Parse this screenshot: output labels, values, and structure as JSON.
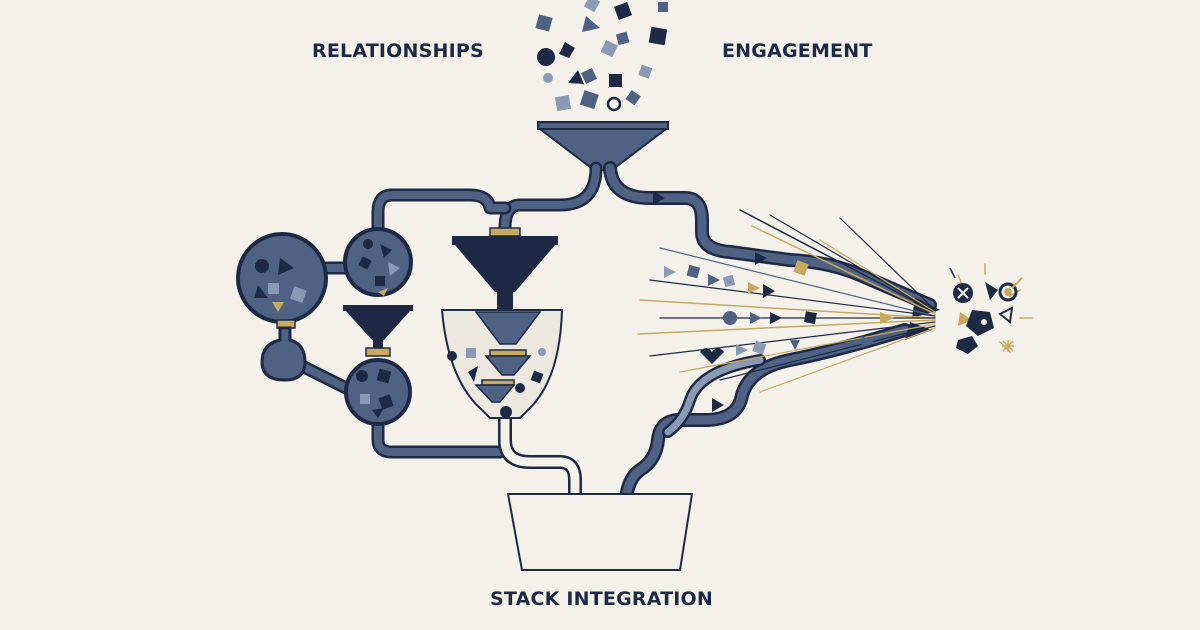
{
  "labels": {
    "relationships": "RELATIONSHIPS",
    "engagement": "ENGAGEMENT",
    "stack_integration": "STACK INTEGRATION"
  },
  "colors": {
    "background": "#f4f1ea",
    "navy": "#1e2a45",
    "slate": "#4f6284",
    "gold": "#c9a85f",
    "light": "#8a99b4"
  }
}
